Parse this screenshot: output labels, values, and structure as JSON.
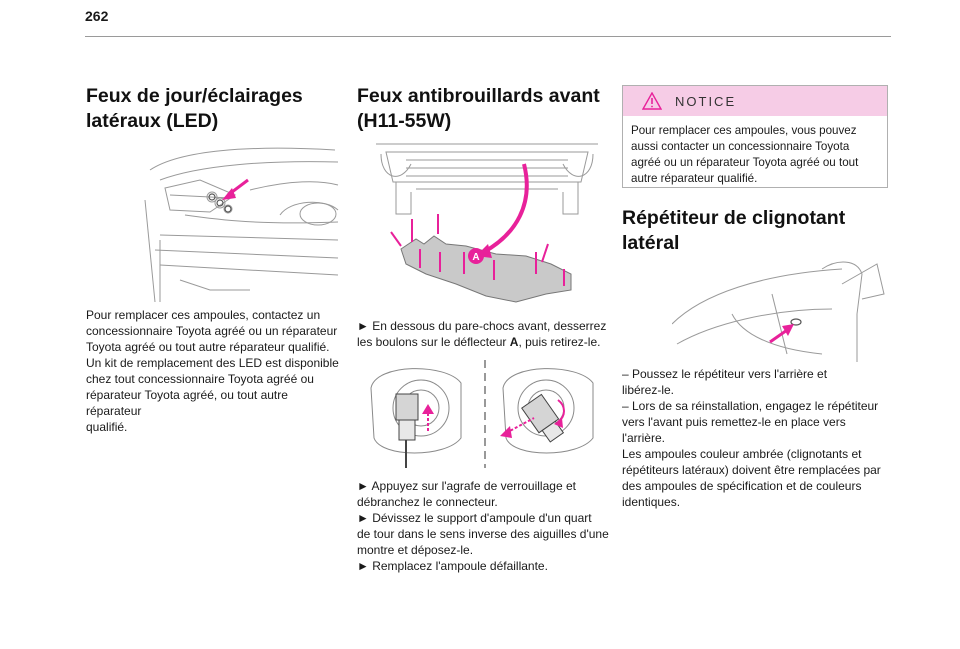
{
  "page": {
    "number": "262"
  },
  "col1": {
    "title_line1": "Feux de jour/éclairages",
    "title_line2": "latéraux (LED)",
    "text": [
      "Pour remplacer ces ampoules, contactez un",
      "concessionnaire Toyota agréé ou un réparateur",
      "Toyota agréé ou tout autre réparateur qualifié.",
      "Un kit de remplacement des LED est disponible",
      "chez tout concessionnaire Toyota agréé ou",
      "réparateur Toyota agréé, ou tout autre réparateur",
      "qualifié."
    ]
  },
  "col2": {
    "title_line1": "Feux antibrouillards avant",
    "title_line2": "(H11-55W)",
    "figure_label": "A",
    "step1_line1": "► En dessous du pare-chocs avant, desserrez",
    "step1_line2_prefix": "les boulons sur le déflecteur ",
    "step1_line2_bold": "A",
    "step1_line2_suffix": ", puis retirez-le.",
    "steps": [
      "► Appuyez sur l'agrafe de verrouillage et",
      "débranchez le connecteur.",
      "► Dévissez le support d'ampoule d'un quart",
      "de tour dans le sens inverse des aiguilles d'une",
      "montre et déposez-le.",
      "► Remplacez l'ampoule défaillante."
    ]
  },
  "notice": {
    "title": "NOTICE",
    "lines": [
      "Pour remplacer ces ampoules, vous pouvez",
      "aussi contacter un concessionnaire Toyota",
      "agréé ou un réparateur Toyota agréé ou tout",
      "autre réparateur qualifié."
    ]
  },
  "col3": {
    "title_line1": "Répétiteur de clignotant",
    "title_line2": "latéral",
    "text": [
      "– Poussez le répétiteur vers l'arrière et",
      "libérez-le.",
      "– Lors de sa réinstallation, engagez le répétiteur",
      "vers l'avant puis remettez-le en place vers",
      "l'arrière.",
      "Les ampoules couleur ambrée (clignotants et",
      "répétiteurs latéraux) doivent être remplacées par",
      "des ampoules de spécification et de couleurs",
      "identiques."
    ]
  },
  "colors": {
    "accent": "#e8219a",
    "notice_bg": "#f6cce6",
    "rule": "#9a9a9a"
  }
}
